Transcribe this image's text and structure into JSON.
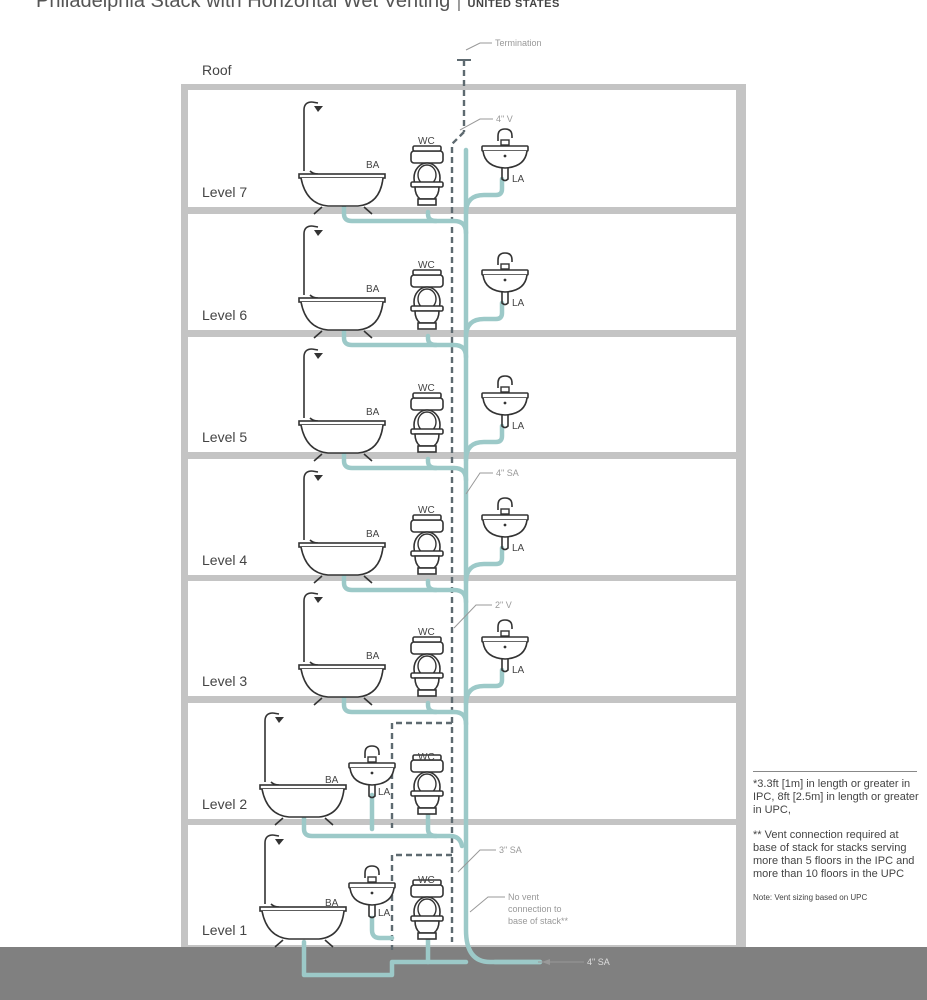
{
  "title": {
    "main": "Philadelphia Stack with Horizontal Wet Venting",
    "separator": "|",
    "region": "UNITED STATES"
  },
  "building": {
    "roof_label": "Roof",
    "levels": [
      "Level 7",
      "Level 6",
      "Level 5",
      "Level 4",
      "Level 3",
      "Level 2",
      "Level 1"
    ]
  },
  "fixtures": {
    "bathtub": "BA",
    "toilet": "WC",
    "lavatory": "LA"
  },
  "callouts": {
    "termination": "Termination",
    "vent_4": "4\" V",
    "sa_4_stack": "4\" SA",
    "vent_2": "2\" V",
    "sa_3": "3\" SA",
    "no_vent_1": "No vent",
    "no_vent_2": "connection to",
    "no_vent_3": "base of stack**",
    "sa_4_building": "4\" SA"
  },
  "notes": {
    "note1": "*3.3ft [1m] in length or greater in IPC, 8ft [2.5m] in length or greater in UPC,",
    "note2": "** Vent connection required at base of stack for stacks serving more than 5 floors in the IPC and more than 10 floors in the UPC",
    "note3": "Note: Vent sizing based on UPC"
  },
  "colors": {
    "pipe": "#9cc9c8",
    "vent": "#5e6a70",
    "fixture": "#333333",
    "wall": "#c4c4c4",
    "ground": "#808080"
  }
}
